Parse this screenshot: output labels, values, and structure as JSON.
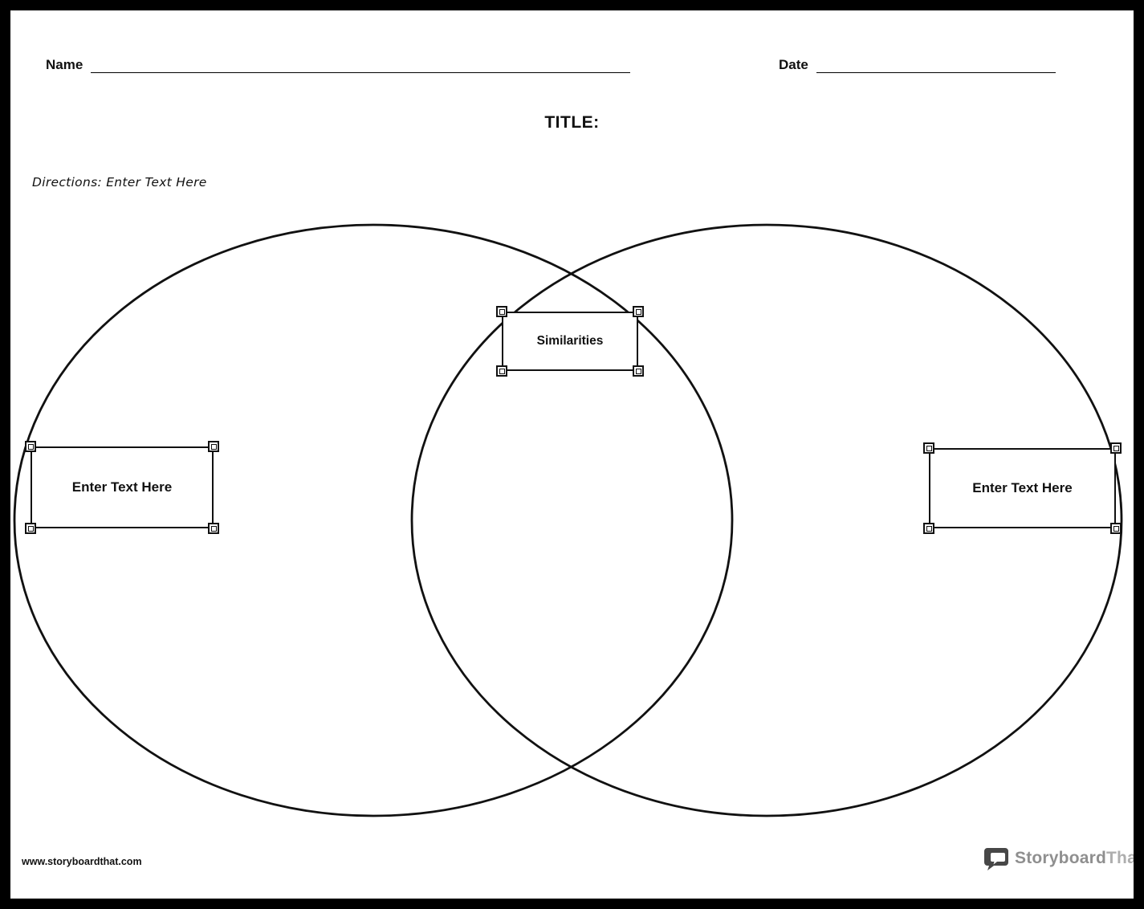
{
  "header": {
    "name_label": "Name",
    "date_label": "Date",
    "title_label": "TITLE:",
    "directions": "Directions: Enter Text Here"
  },
  "venn": {
    "similarities_label": "Similarities",
    "left_label": "Enter Text Here",
    "right_label": "Enter Text Here"
  },
  "footer": {
    "url": "www.storyboardthat.com",
    "brand_storyboard": "Storyboard",
    "brand_that": "That"
  },
  "colors": {
    "ink": "#111111",
    "bubble_gray": "#474747",
    "brand_gray": "#8f8f8f"
  }
}
